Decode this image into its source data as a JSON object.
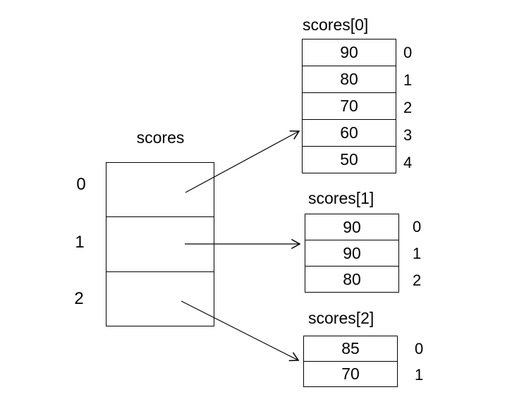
{
  "main_array": {
    "label": "scores",
    "indices": [
      "0",
      "1",
      "2"
    ]
  },
  "sub_arrays": [
    {
      "title": "scores[0]",
      "values": [
        "90",
        "80",
        "70",
        "60",
        "50"
      ],
      "indices": [
        "0",
        "1",
        "2",
        "3",
        "4"
      ]
    },
    {
      "title": "scores[1]",
      "values": [
        "90",
        "90",
        "80"
      ],
      "indices": [
        "0",
        "1",
        "2"
      ]
    },
    {
      "title": "scores[2]",
      "values": [
        "85",
        "70"
      ],
      "indices": [
        "0",
        "1"
      ]
    }
  ],
  "colors": {
    "stroke": "#000000",
    "background": "#ffffff"
  }
}
